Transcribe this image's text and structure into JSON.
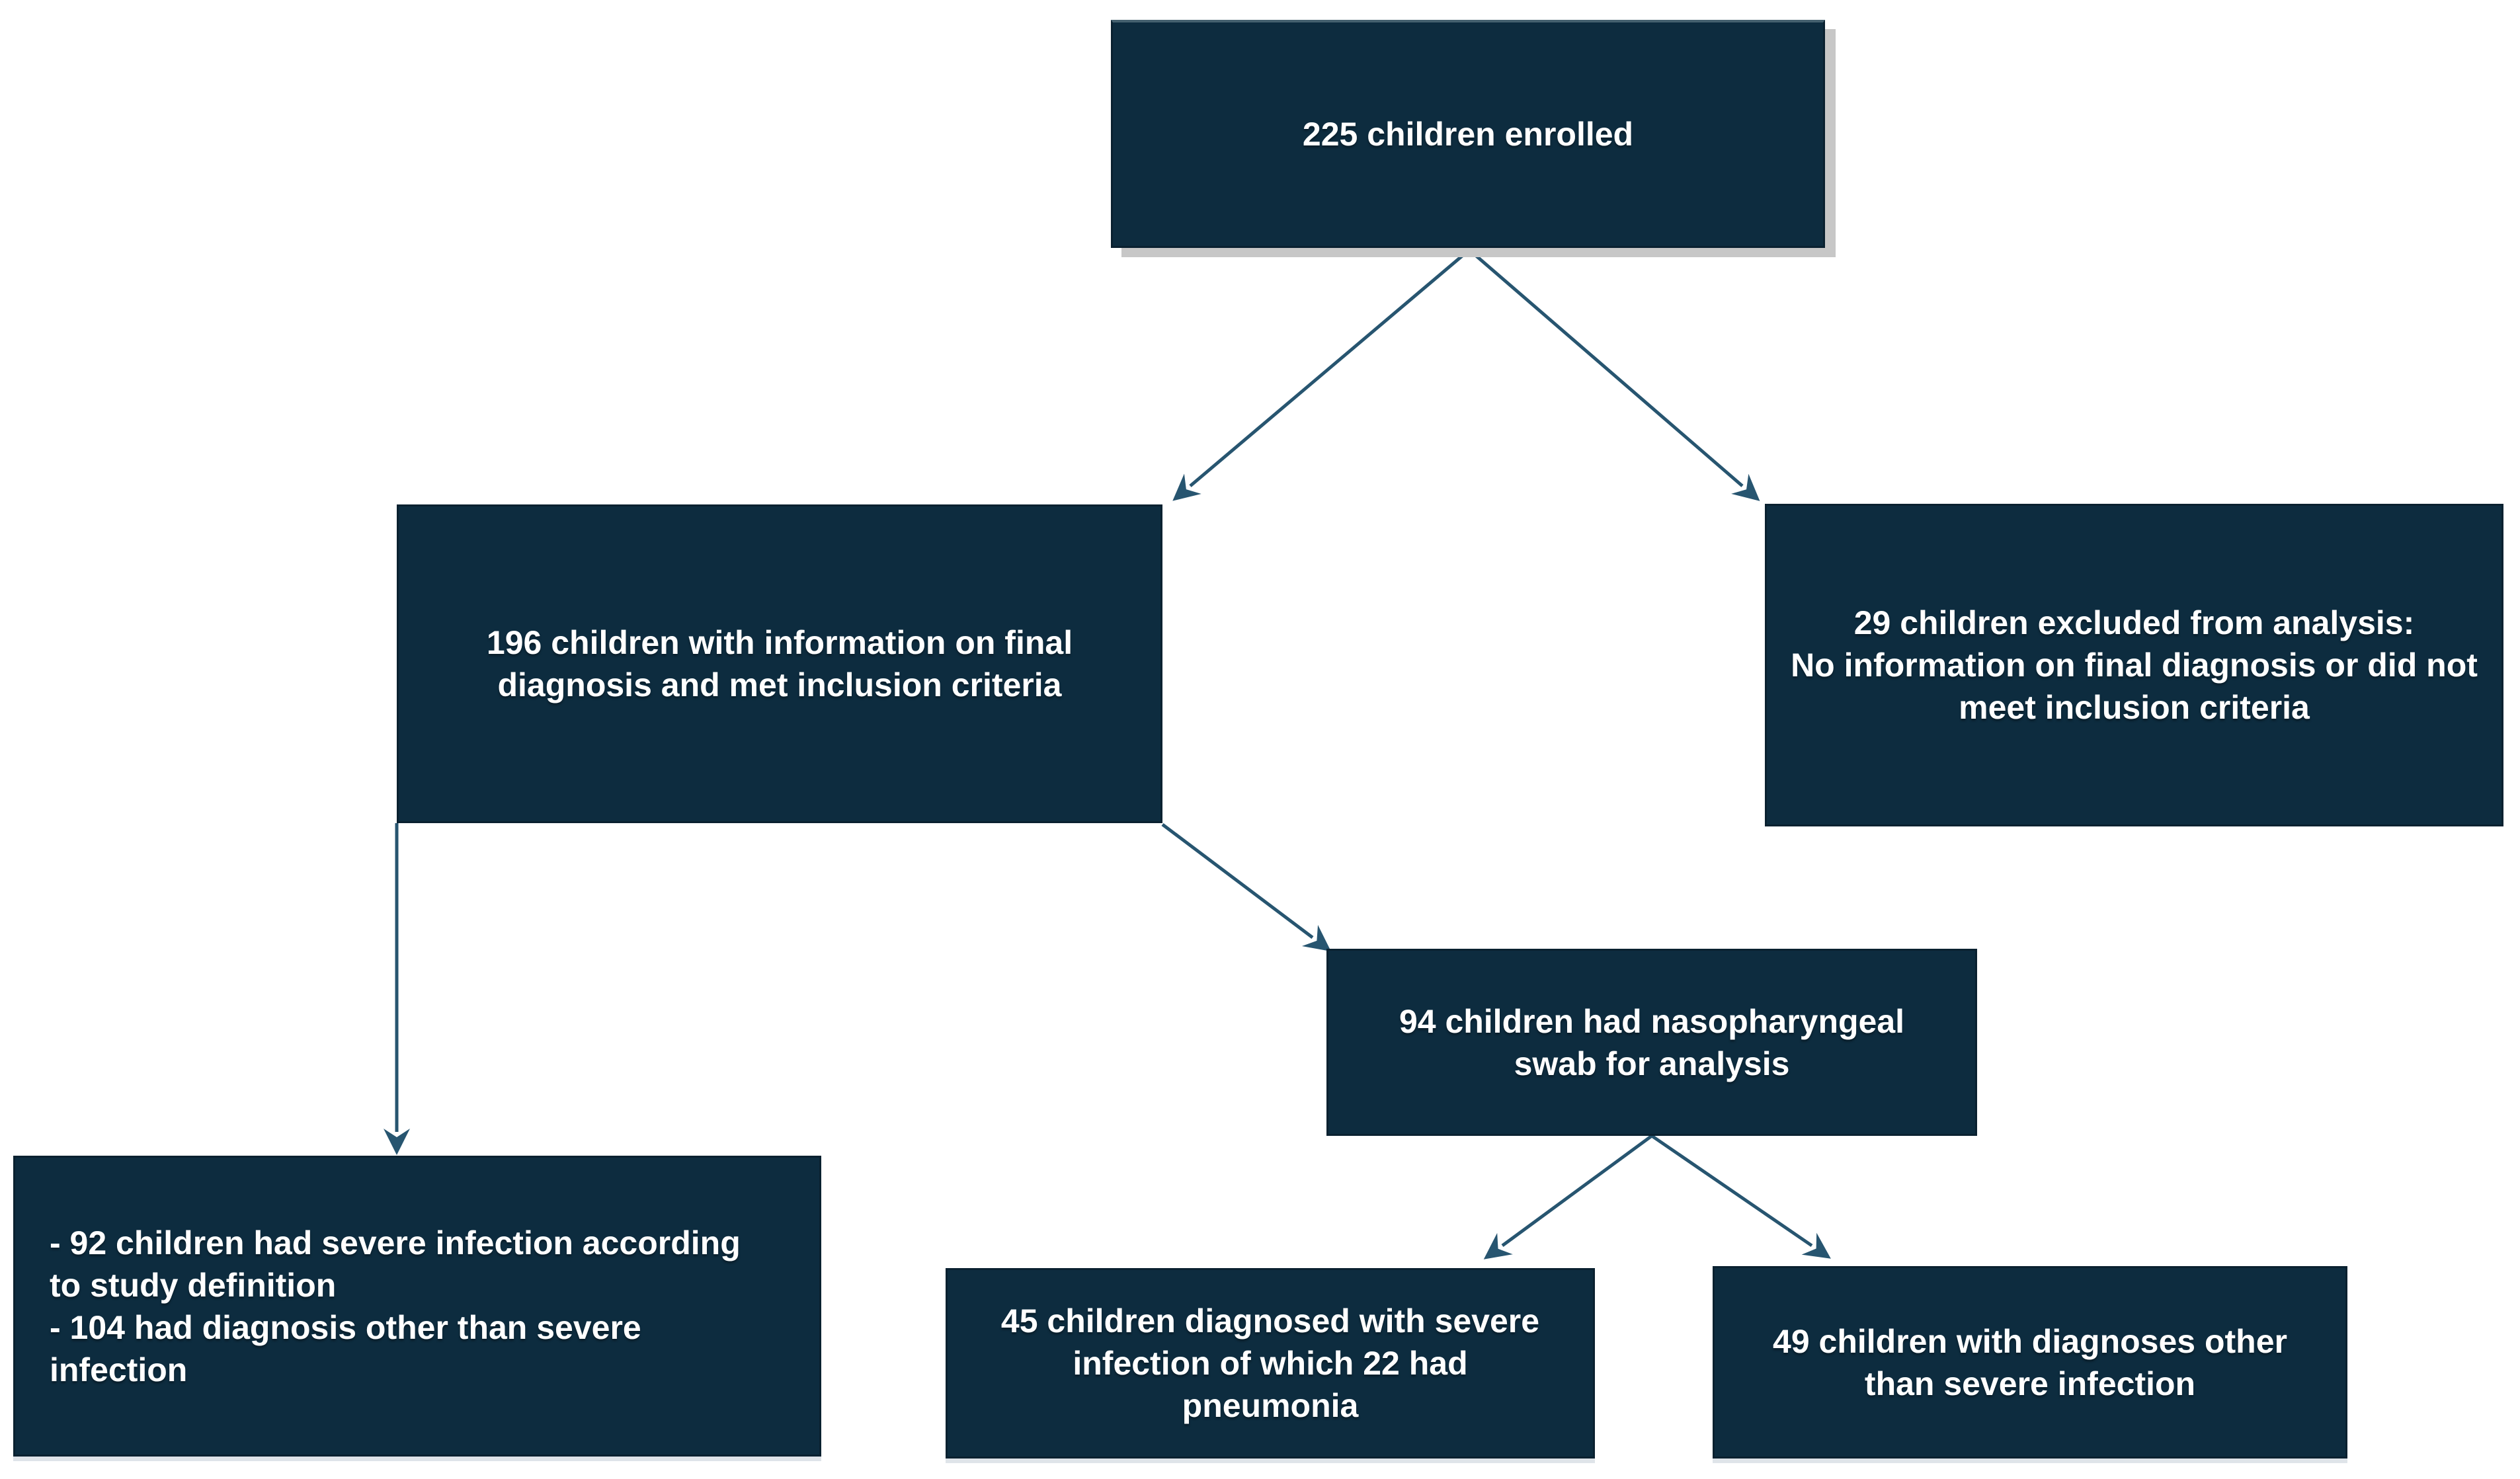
{
  "diagram": {
    "type": "flowchart",
    "colors": {
      "box_fill": "#0d2c3f",
      "box_border": "#0a2130",
      "arrow": "#275570",
      "text": "#ffffff",
      "top_box_shadow": "#c7c7c7"
    },
    "nodes": {
      "enrolled": {
        "text": "225 children enrolled"
      },
      "included": {
        "text": "196 children with information on final diagnosis and met inclusion criteria"
      },
      "excluded": {
        "text": "29 children excluded from analysis:\nNo information on final diagnosis or did not meet inclusion criteria"
      },
      "swab": {
        "text": "94 children had nasopharyngeal swab for analysis"
      },
      "severe_dx": {
        "text": " - 92 children had severe infection according to study definition\n- 104 had diagnosis other than severe infection"
      },
      "swab_severe": {
        "text": "45 children diagnosed with severe infection of which 22 had pneumonia"
      },
      "swab_other": {
        "text": "49 children with diagnoses other than severe infection"
      }
    },
    "edges": [
      {
        "from": "enrolled",
        "to": "included"
      },
      {
        "from": "enrolled",
        "to": "excluded"
      },
      {
        "from": "included",
        "to": "severe_dx"
      },
      {
        "from": "included",
        "to": "swab"
      },
      {
        "from": "swab",
        "to": "swab_severe"
      },
      {
        "from": "swab",
        "to": "swab_other"
      }
    ]
  }
}
